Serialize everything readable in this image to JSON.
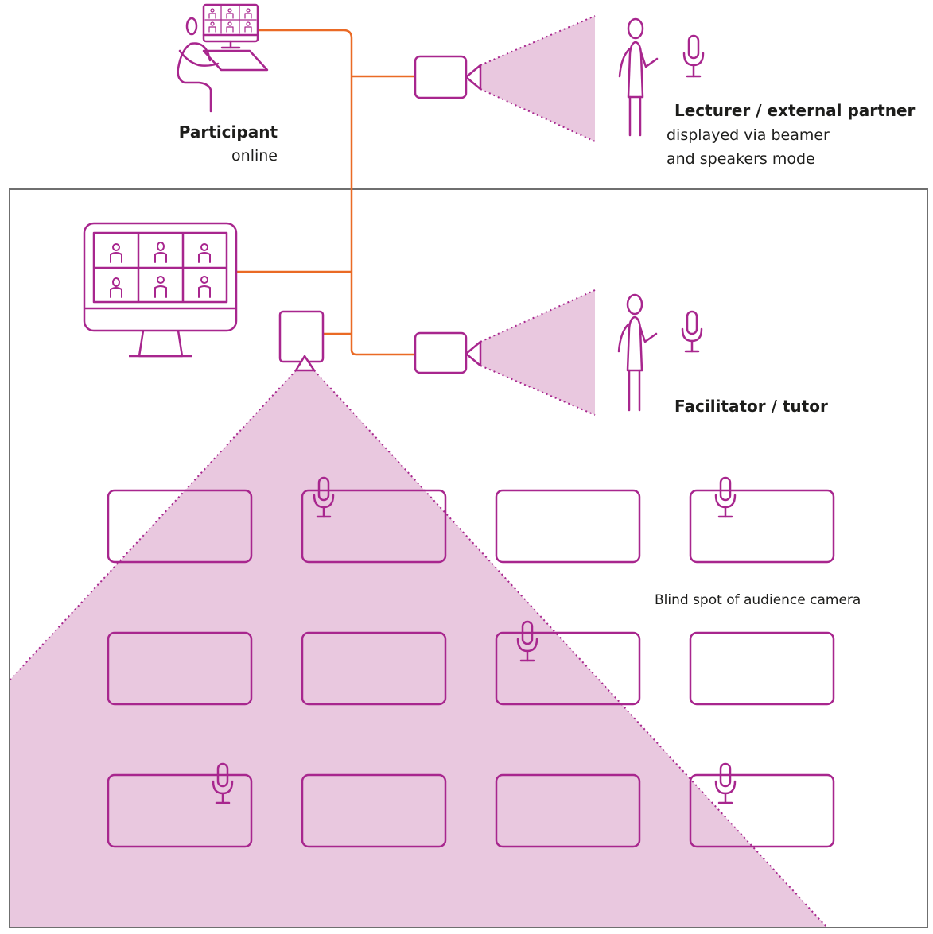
{
  "labels": {
    "participant_title": "Participant",
    "participant_sub": "online",
    "lecturer_title": "Lecturer / external partner",
    "lecturer_line1": "displayed via beamer",
    "lecturer_line2": "and speakers mode",
    "facilitator_title": "Facilitator / tutor",
    "blind_spot": "Blind spot of audience camera"
  },
  "colors": {
    "magenta": "#a8268e",
    "orange": "#ea6a25",
    "cone_fill": "#e9c8df",
    "room_border": "#6f6f6f",
    "text": "#1d1d1b"
  },
  "icons": [
    "participant-at-laptop-icon",
    "video-camera-icon",
    "person-icon",
    "microphone-icon",
    "monitor-icon",
    "room-camera-icon",
    "desk-icon"
  ]
}
